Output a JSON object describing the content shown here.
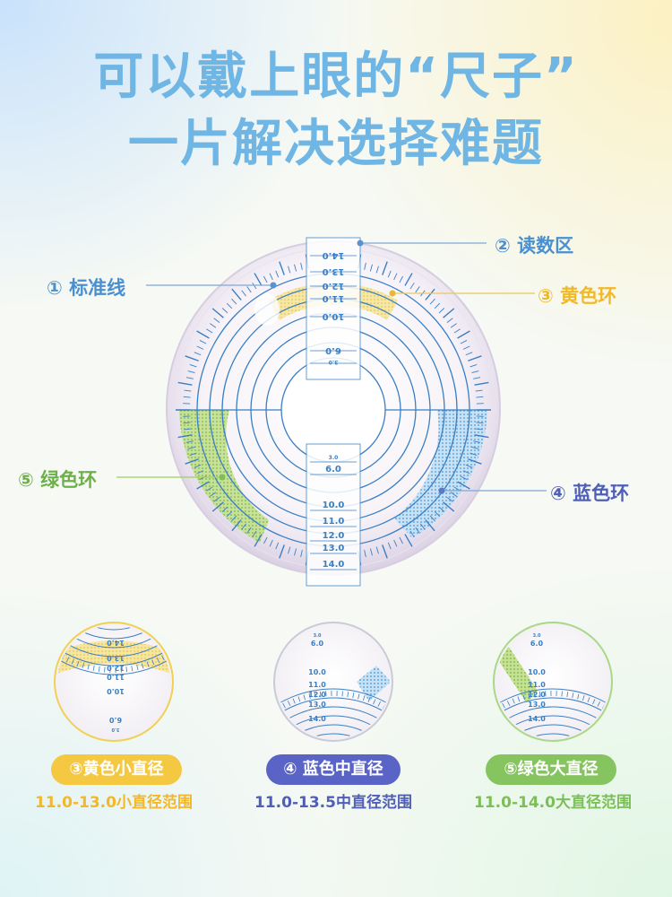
{
  "headline": {
    "line1": "可以戴上眼的“尺子”",
    "line2": "一片解决选择难题"
  },
  "callouts": {
    "reading_zone": "② 读数区",
    "standard_line": "① 标准线",
    "yellow_ring": "③ 黄色环",
    "green_ring": "⑤ 绿色环",
    "blue_ring": "④ 蓝色环"
  },
  "scale_labels": [
    "14.0",
    "13.0",
    "12.0",
    "11.0",
    "10.0",
    "6.0",
    "3.0"
  ],
  "variants": [
    {
      "badge": "③黄色小直径",
      "range": "11.0-13.0小直径范围",
      "color": "#f5c842",
      "text_color": "#f2b72a"
    },
    {
      "badge": "④ 蓝色中直径",
      "range": "11.0-13.5中直径范围",
      "color": "#5a64c6",
      "text_color": "#4f5fb8"
    },
    {
      "badge": "⑤绿色大直径",
      "range": "11.0-14.0大直径范围",
      "color": "#86c460",
      "text_color": "#7cbf58"
    }
  ],
  "colors": {
    "title": "#6fb6e4",
    "scale_blue": "#3a7fc4",
    "yellow": "#f0d76a",
    "green": "#9ccf62",
    "blue_ring": "#7fb8e6",
    "callout_text": "#4a90d0"
  }
}
